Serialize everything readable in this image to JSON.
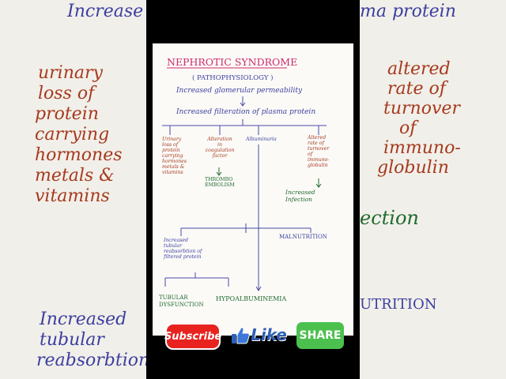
{
  "diagram": {
    "title": "NEPHROTIC SYNDROME",
    "subtitle": "( PATHOPHYSIOLOGY )",
    "step1": "Increased glomerular permeability",
    "step2": "Increased filteration of plasma protein",
    "branch1": [
      "Urinary",
      "loss of",
      "protein",
      "carrying",
      "hormones",
      "metals &",
      "vitamins"
    ],
    "branch2": [
      "Alteration",
      "in",
      "coagulation",
      "factor"
    ],
    "branch2_result": [
      "THROMBO",
      "EMBOLISM"
    ],
    "branch3": "Albuminuria",
    "branch4": [
      "Altered",
      "rate of",
      "turnover",
      "of",
      "immuno-",
      "globulin"
    ],
    "branch4_result": [
      "Increased",
      "Infection"
    ],
    "lower_left": [
      "Increased",
      "tubular",
      "reabsorbtion of",
      "filtered protein"
    ],
    "malnutrition": "MALNUTRITION",
    "tubular_dysfunction": [
      "TUBULAR",
      "DYSFUNCTION"
    ],
    "hypoalbuminemia": "HYPOALBUMINEMIA"
  },
  "background": {
    "left": [
      "Increase",
      "urinary",
      "loss of",
      "protein",
      "carrying",
      "hormones",
      "metals &",
      "vitamins",
      "Increased",
      "tubular",
      "reabsorbtion"
    ],
    "right": [
      "ma protein",
      "altered",
      "rate of",
      "turnover",
      "of",
      "immuno-",
      "globulin",
      "ection",
      "UTRITION"
    ]
  },
  "buttons": {
    "subscribe": "Subscribe",
    "like": "Like",
    "share": "SHARE"
  },
  "colors": {
    "blue": "#3b3fa0",
    "red": "#a63a1f",
    "green": "#1f6a2e",
    "pink": "#cc2a6a"
  }
}
